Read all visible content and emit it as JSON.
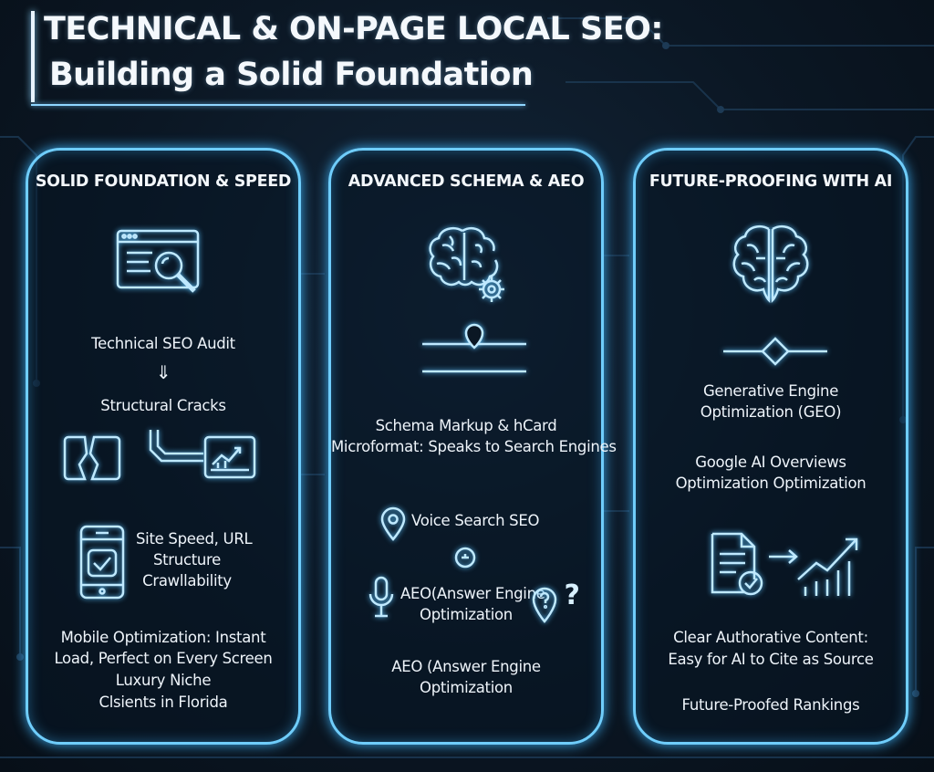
{
  "title": {
    "line1": "TECHNICAL & ON-PAGE LOCAL SEO:",
    "line2": "Building a Solid Foundation"
  },
  "panels": [
    {
      "heading": "SOLID FOUNDATION & SPEED",
      "items": [
        "Technical SEO Audit",
        "⇓",
        "Structural Cracks",
        "Site Speed, URL",
        "Structure",
        "Crawllability",
        "Mobile Optimization: Instant",
        "Load, Perfect on Every Screen",
        "Luxury Niche",
        "Clsients in Florida"
      ]
    },
    {
      "heading": "ADVANCED SCHEMA & AEO",
      "items": [
        "Schema Markup & hCard",
        "Microformat: Speaks to Search Engines",
        "Voice Search SEO",
        "AEO(Answer Engine",
        "Optimization",
        "?",
        "AEO (Answer Engine",
        "Optimization"
      ]
    },
    {
      "heading": "FUTURE-PROOFING WITH AI",
      "items": [
        "Generative Engine",
        "Optimization (GEO)",
        "Google AI Overviews",
        "Optimization Optimization",
        "Clear Authorative Content:",
        "Easy for AI to Cite as Source",
        "Future-Proofed Rankings"
      ]
    }
  ],
  "icons": [
    "browser-search-icon",
    "broken-block-icon",
    "circuit-connector-icon",
    "chart-monitor-icon",
    "phone-check-icon",
    "brain-gear-icon",
    "divider-pin-icon",
    "location-pin-icon",
    "circuit-node-icon",
    "microphone-icon",
    "question-bubble-icon",
    "brain-icon",
    "divider-diamond-icon",
    "document-check-icon",
    "arrow-right-icon",
    "growth-chart-icon"
  ],
  "colors": {
    "accent": "#6fcdfb",
    "glow": "#3aa7e8",
    "background": "#0b1724",
    "text": "#eef4fa"
  }
}
